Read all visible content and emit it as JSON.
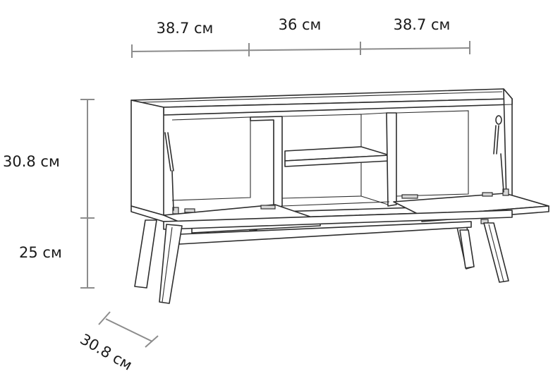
{
  "dimensions": {
    "width_left": "38.7 см",
    "width_middle": "36 см",
    "width_right": "38.7 см",
    "cabinet_height": "30.8 см",
    "leg_height": "25 см",
    "depth": "30.8 см"
  },
  "colors": {
    "dimension_line": "#8c8c8c",
    "outline": "#2e2e2e",
    "background": "#ffffff"
  }
}
